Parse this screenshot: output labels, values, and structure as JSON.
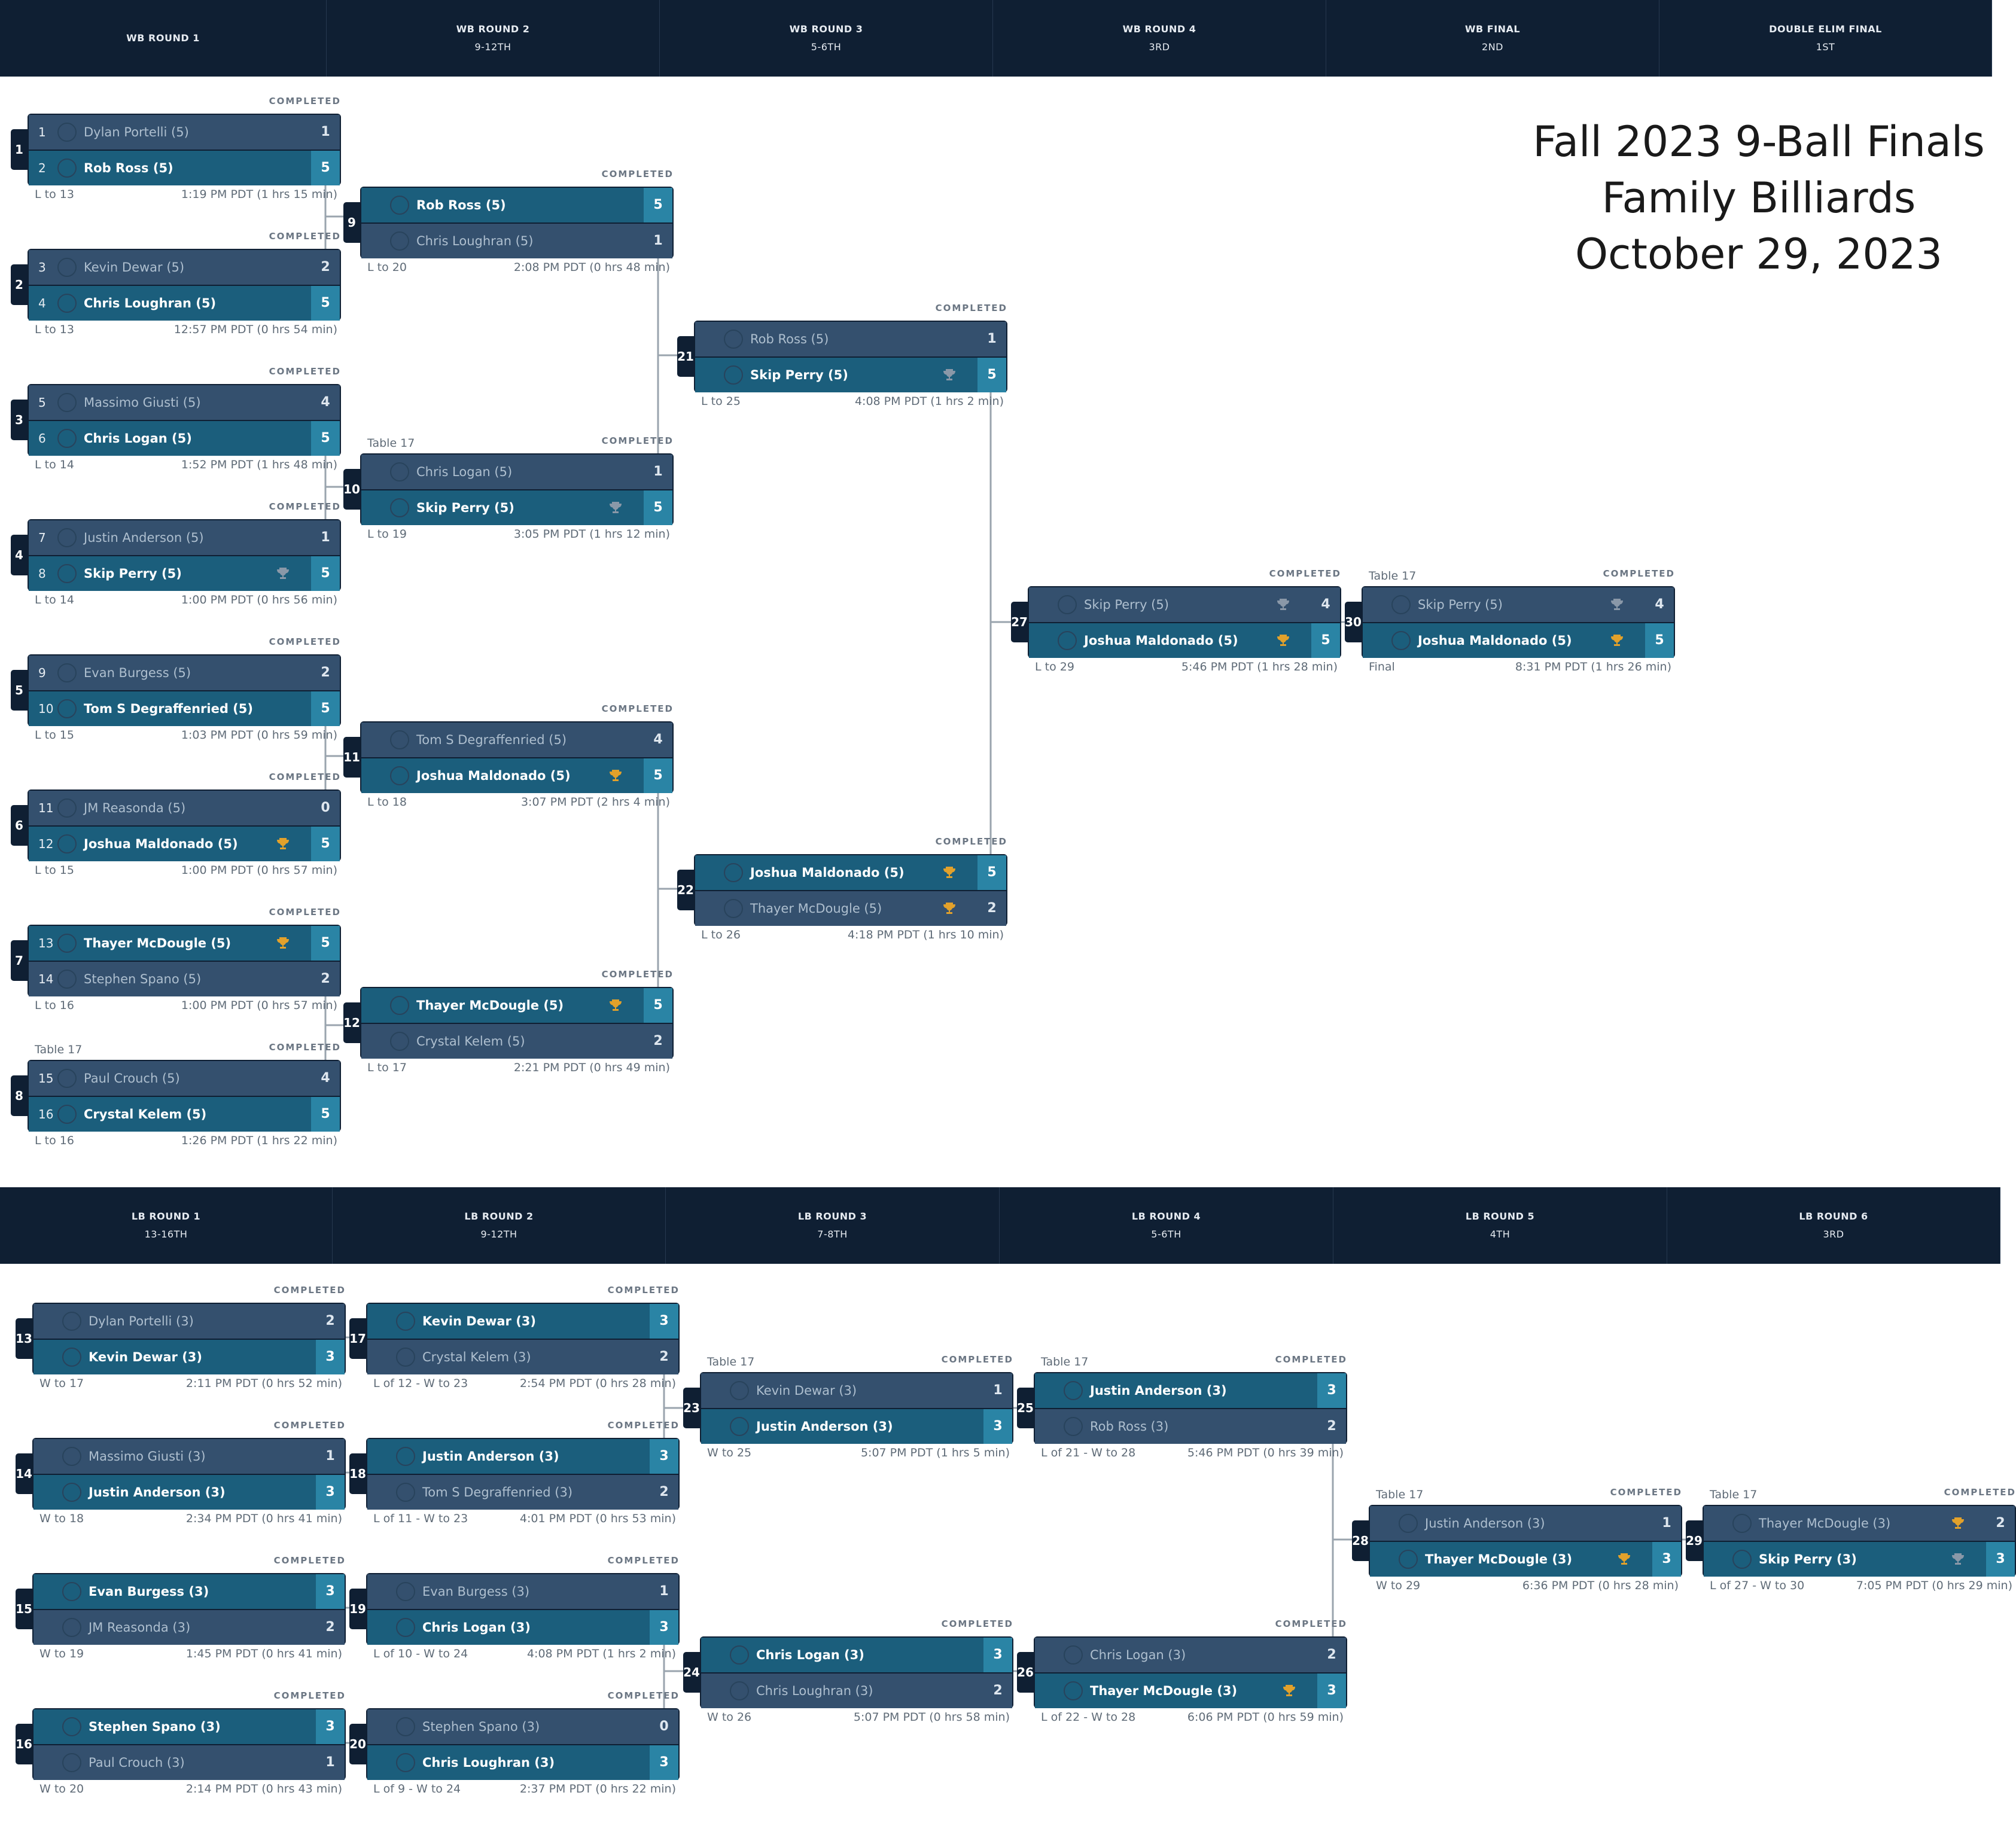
{
  "title": {
    "line1": "Fall 2023 9-Ball Finals",
    "line2": "Family Billiards",
    "line3": "October 29, 2023"
  },
  "wb_headers": [
    {
      "name": "WB ROUND 1",
      "sub": ""
    },
    {
      "name": "WB ROUND 2",
      "sub": "9-12TH"
    },
    {
      "name": "WB ROUND 3",
      "sub": "5-6TH"
    },
    {
      "name": "WB ROUND 4",
      "sub": "3RD"
    },
    {
      "name": "WB FINAL",
      "sub": "2ND"
    },
    {
      "name": "DOUBLE ELIM FINAL",
      "sub": "1ST"
    }
  ],
  "lb_headers": [
    {
      "name": "LB ROUND 1",
      "sub": "13-16TH"
    },
    {
      "name": "LB ROUND 2",
      "sub": "9-12TH"
    },
    {
      "name": "LB ROUND 3",
      "sub": "7-8TH"
    },
    {
      "name": "LB ROUND 4",
      "sub": "5-6TH"
    },
    {
      "name": "LB ROUND 5",
      "sub": "4TH"
    },
    {
      "name": "LB ROUND 6",
      "sub": "3RD"
    }
  ],
  "matches": [
    {
      "num": "1",
      "status": "COMPLETED",
      "table": "",
      "p1": {
        "seed": "1",
        "name": "Dylan Portelli (5)",
        "score": "1",
        "win": false,
        "trophy": ""
      },
      "p2": {
        "seed": "2",
        "name": "Rob Ross (5)",
        "score": "5",
        "win": true,
        "trophy": ""
      },
      "left": "L to 13",
      "right": "1:19 PM PDT (1 hrs 15 min)"
    },
    {
      "num": "2",
      "status": "COMPLETED",
      "table": "",
      "p1": {
        "seed": "3",
        "name": "Kevin Dewar (5)",
        "score": "2",
        "win": false,
        "trophy": ""
      },
      "p2": {
        "seed": "4",
        "name": "Chris Loughran (5)",
        "score": "5",
        "win": true,
        "trophy": ""
      },
      "left": "L to 13",
      "right": "12:57 PM PDT (0 hrs 54 min)"
    },
    {
      "num": "3",
      "status": "COMPLETED",
      "table": "",
      "p1": {
        "seed": "5",
        "name": "Massimo Giusti (5)",
        "score": "4",
        "win": false,
        "trophy": ""
      },
      "p2": {
        "seed": "6",
        "name": "Chris Logan (5)",
        "score": "5",
        "win": true,
        "trophy": ""
      },
      "left": "L to 14",
      "right": "1:52 PM PDT (1 hrs 48 min)"
    },
    {
      "num": "4",
      "status": "COMPLETED",
      "table": "",
      "p1": {
        "seed": "7",
        "name": "Justin Anderson (5)",
        "score": "1",
        "win": false,
        "trophy": ""
      },
      "p2": {
        "seed": "8",
        "name": "Skip Perry (5)",
        "score": "5",
        "win": true,
        "trophy": "silver"
      },
      "left": "L to 14",
      "right": "1:00 PM PDT (0 hrs 56 min)"
    },
    {
      "num": "5",
      "status": "COMPLETED",
      "table": "",
      "p1": {
        "seed": "9",
        "name": "Evan Burgess (5)",
        "score": "2",
        "win": false,
        "trophy": ""
      },
      "p2": {
        "seed": "10",
        "name": "Tom S Degraffenried (5)",
        "score": "5",
        "win": true,
        "trophy": ""
      },
      "left": "L to 15",
      "right": "1:03 PM PDT (0 hrs 59 min)"
    },
    {
      "num": "6",
      "status": "COMPLETED",
      "table": "",
      "p1": {
        "seed": "11",
        "name": "JM Reasonda (5)",
        "score": "0",
        "win": false,
        "trophy": ""
      },
      "p2": {
        "seed": "12",
        "name": "Joshua Maldonado (5)",
        "score": "5",
        "win": true,
        "trophy": "gold"
      },
      "left": "L to 15",
      "right": "1:00 PM PDT (0 hrs 57 min)"
    },
    {
      "num": "7",
      "status": "COMPLETED",
      "table": "",
      "p1": {
        "seed": "13",
        "name": "Thayer McDougle (5)",
        "score": "5",
        "win": true,
        "trophy": "gold"
      },
      "p2": {
        "seed": "14",
        "name": "Stephen Spano (5)",
        "score": "2",
        "win": false,
        "trophy": ""
      },
      "left": "L to 16",
      "right": "1:00 PM PDT (0 hrs 57 min)"
    },
    {
      "num": "8",
      "status": "COMPLETED",
      "table": "Table 17",
      "p1": {
        "seed": "15",
        "name": "Paul Crouch (5)",
        "score": "4",
        "win": false,
        "trophy": ""
      },
      "p2": {
        "seed": "16",
        "name": "Crystal Kelem (5)",
        "score": "5",
        "win": true,
        "trophy": ""
      },
      "left": "L to 16",
      "right": "1:26 PM PDT (1 hrs 22 min)"
    },
    {
      "num": "9",
      "status": "COMPLETED",
      "table": "",
      "p1": {
        "seed": "",
        "name": "Rob Ross (5)",
        "score": "5",
        "win": true,
        "trophy": ""
      },
      "p2": {
        "seed": "",
        "name": "Chris Loughran (5)",
        "score": "1",
        "win": false,
        "trophy": ""
      },
      "left": "L to 20",
      "right": "2:08 PM PDT (0 hrs 48 min)"
    },
    {
      "num": "10",
      "status": "COMPLETED",
      "table": "Table 17",
      "p1": {
        "seed": "",
        "name": "Chris Logan (5)",
        "score": "1",
        "win": false,
        "trophy": ""
      },
      "p2": {
        "seed": "",
        "name": "Skip Perry (5)",
        "score": "5",
        "win": true,
        "trophy": "silver"
      },
      "left": "L to 19",
      "right": "3:05 PM PDT (1 hrs 12 min)"
    },
    {
      "num": "11",
      "status": "COMPLETED",
      "table": "",
      "p1": {
        "seed": "",
        "name": "Tom S Degraffenried (5)",
        "score": "4",
        "win": false,
        "trophy": ""
      },
      "p2": {
        "seed": "",
        "name": "Joshua Maldonado (5)",
        "score": "5",
        "win": true,
        "trophy": "gold"
      },
      "left": "L to 18",
      "right": "3:07 PM PDT (2 hrs 4 min)"
    },
    {
      "num": "12",
      "status": "COMPLETED",
      "table": "",
      "p1": {
        "seed": "",
        "name": "Thayer McDougle (5)",
        "score": "5",
        "win": true,
        "trophy": "gold"
      },
      "p2": {
        "seed": "",
        "name": "Crystal Kelem (5)",
        "score": "2",
        "win": false,
        "trophy": ""
      },
      "left": "L to 17",
      "right": "2:21 PM PDT (0 hrs 49 min)"
    },
    {
      "num": "21",
      "status": "COMPLETED",
      "table": "",
      "p1": {
        "seed": "",
        "name": "Rob Ross (5)",
        "score": "1",
        "win": false,
        "trophy": ""
      },
      "p2": {
        "seed": "",
        "name": "Skip Perry (5)",
        "score": "5",
        "win": true,
        "trophy": "silver"
      },
      "left": "L to 25",
      "right": "4:08 PM PDT (1 hrs 2 min)"
    },
    {
      "num": "22",
      "status": "COMPLETED",
      "table": "",
      "p1": {
        "seed": "",
        "name": "Joshua Maldonado (5)",
        "score": "5",
        "win": true,
        "trophy": "gold"
      },
      "p2": {
        "seed": "",
        "name": "Thayer McDougle (5)",
        "score": "2",
        "win": false,
        "trophy": "gold"
      },
      "left": "L to 26",
      "right": "4:18 PM PDT (1 hrs 10 min)"
    },
    {
      "num": "27",
      "status": "COMPLETED",
      "table": "",
      "p1": {
        "seed": "",
        "name": "Skip Perry (5)",
        "score": "4",
        "win": false,
        "trophy": "silver"
      },
      "p2": {
        "seed": "",
        "name": "Joshua Maldonado (5)",
        "score": "5",
        "win": true,
        "trophy": "gold"
      },
      "left": "L to 29",
      "right": "5:46 PM PDT (1 hrs 28 min)"
    },
    {
      "num": "30",
      "status": "COMPLETED",
      "table": "Table 17",
      "p1": {
        "seed": "",
        "name": "Skip Perry (5)",
        "score": "4",
        "win": false,
        "trophy": "silver"
      },
      "p2": {
        "seed": "",
        "name": "Joshua Maldonado (5)",
        "score": "5",
        "win": true,
        "trophy": "gold"
      },
      "left": "Final",
      "right": "8:31 PM PDT (1 hrs 26 min)"
    },
    {
      "num": "13",
      "status": "COMPLETED",
      "table": "",
      "p1": {
        "seed": "",
        "name": "Dylan Portelli (3)",
        "score": "2",
        "win": false,
        "trophy": ""
      },
      "p2": {
        "seed": "",
        "name": "Kevin Dewar (3)",
        "score": "3",
        "win": true,
        "trophy": ""
      },
      "left": "W to 17",
      "right": "2:11 PM PDT (0 hrs 52 min)"
    },
    {
      "num": "14",
      "status": "COMPLETED",
      "table": "",
      "p1": {
        "seed": "",
        "name": "Massimo Giusti (3)",
        "score": "1",
        "win": false,
        "trophy": ""
      },
      "p2": {
        "seed": "",
        "name": "Justin Anderson (3)",
        "score": "3",
        "win": true,
        "trophy": ""
      },
      "left": "W to 18",
      "right": "2:34 PM PDT (0 hrs 41 min)"
    },
    {
      "num": "15",
      "status": "COMPLETED",
      "table": "",
      "p1": {
        "seed": "",
        "name": "Evan Burgess (3)",
        "score": "3",
        "win": true,
        "trophy": ""
      },
      "p2": {
        "seed": "",
        "name": "JM Reasonda (3)",
        "score": "2",
        "win": false,
        "trophy": ""
      },
      "left": "W to 19",
      "right": "1:45 PM PDT (0 hrs 41 min)"
    },
    {
      "num": "16",
      "status": "COMPLETED",
      "table": "",
      "p1": {
        "seed": "",
        "name": "Stephen Spano (3)",
        "score": "3",
        "win": true,
        "trophy": ""
      },
      "p2": {
        "seed": "",
        "name": "Paul Crouch (3)",
        "score": "1",
        "win": false,
        "trophy": ""
      },
      "left": "W to 20",
      "right": "2:14 PM PDT (0 hrs 43 min)"
    },
    {
      "num": "17",
      "status": "COMPLETED",
      "table": "",
      "p1": {
        "seed": "",
        "name": "Kevin Dewar (3)",
        "score": "3",
        "win": true,
        "trophy": ""
      },
      "p2": {
        "seed": "",
        "name": "Crystal Kelem (3)",
        "score": "2",
        "win": false,
        "trophy": ""
      },
      "left": "L of 12 - W to 23",
      "right": "2:54 PM PDT (0 hrs 28 min)"
    },
    {
      "num": "18",
      "status": "COMPLETED",
      "table": "",
      "p1": {
        "seed": "",
        "name": "Justin Anderson (3)",
        "score": "3",
        "win": true,
        "trophy": ""
      },
      "p2": {
        "seed": "",
        "name": "Tom S Degraffenried (3)",
        "score": "2",
        "win": false,
        "trophy": ""
      },
      "left": "L of 11 - W to 23",
      "right": "4:01 PM PDT (0 hrs 53 min)"
    },
    {
      "num": "19",
      "status": "COMPLETED",
      "table": "",
      "p1": {
        "seed": "",
        "name": "Evan Burgess (3)",
        "score": "1",
        "win": false,
        "trophy": ""
      },
      "p2": {
        "seed": "",
        "name": "Chris Logan (3)",
        "score": "3",
        "win": true,
        "trophy": ""
      },
      "left": "L of 10 - W to 24",
      "right": "4:08 PM PDT (1 hrs 2 min)"
    },
    {
      "num": "20",
      "status": "COMPLETED",
      "table": "",
      "p1": {
        "seed": "",
        "name": "Stephen Spano (3)",
        "score": "0",
        "win": false,
        "trophy": ""
      },
      "p2": {
        "seed": "",
        "name": "Chris Loughran (3)",
        "score": "3",
        "win": true,
        "trophy": ""
      },
      "left": "L of 9 - W to 24",
      "right": "2:37 PM PDT (0 hrs 22 min)"
    },
    {
      "num": "23",
      "status": "COMPLETED",
      "table": "Table 17",
      "p1": {
        "seed": "",
        "name": "Kevin Dewar (3)",
        "score": "1",
        "win": false,
        "trophy": ""
      },
      "p2": {
        "seed": "",
        "name": "Justin Anderson (3)",
        "score": "3",
        "win": true,
        "trophy": ""
      },
      "left": "W to 25",
      "right": "5:07 PM PDT (1 hrs 5 min)"
    },
    {
      "num": "24",
      "status": "COMPLETED",
      "table": "",
      "p1": {
        "seed": "",
        "name": "Chris Logan (3)",
        "score": "3",
        "win": true,
        "trophy": ""
      },
      "p2": {
        "seed": "",
        "name": "Chris Loughran (3)",
        "score": "2",
        "win": false,
        "trophy": ""
      },
      "left": "W to 26",
      "right": "5:07 PM PDT (0 hrs 58 min)"
    },
    {
      "num": "25",
      "status": "COMPLETED",
      "table": "Table 17",
      "p1": {
        "seed": "",
        "name": "Justin Anderson (3)",
        "score": "3",
        "win": true,
        "trophy": ""
      },
      "p2": {
        "seed": "",
        "name": "Rob Ross (3)",
        "score": "2",
        "win": false,
        "trophy": ""
      },
      "left": "L of 21 - W to 28",
      "right": "5:46 PM PDT (0 hrs 39 min)"
    },
    {
      "num": "26",
      "status": "COMPLETED",
      "table": "",
      "p1": {
        "seed": "",
        "name": "Chris Logan (3)",
        "score": "2",
        "win": false,
        "trophy": ""
      },
      "p2": {
        "seed": "",
        "name": "Thayer McDougle (3)",
        "score": "3",
        "win": true,
        "trophy": "gold"
      },
      "left": "L of 22 - W to 28",
      "right": "6:06 PM PDT (0 hrs 59 min)"
    },
    {
      "num": "28",
      "status": "COMPLETED",
      "table": "Table 17",
      "p1": {
        "seed": "",
        "name": "Justin Anderson (3)",
        "score": "1",
        "win": false,
        "trophy": ""
      },
      "p2": {
        "seed": "",
        "name": "Thayer McDougle (3)",
        "score": "3",
        "win": true,
        "trophy": "gold"
      },
      "left": "W to 29",
      "right": "6:36 PM PDT (0 hrs 28 min)"
    },
    {
      "num": "29",
      "status": "COMPLETED",
      "table": "Table 17",
      "p1": {
        "seed": "",
        "name": "Thayer McDougle (3)",
        "score": "2",
        "win": false,
        "trophy": "gold"
      },
      "p2": {
        "seed": "",
        "name": "Skip Perry (3)",
        "score": "3",
        "win": true,
        "trophy": "silver"
      },
      "left": "L of 27 - W to 30",
      "right": "7:05 PM PDT (0 hrs 29 min)"
    }
  ]
}
